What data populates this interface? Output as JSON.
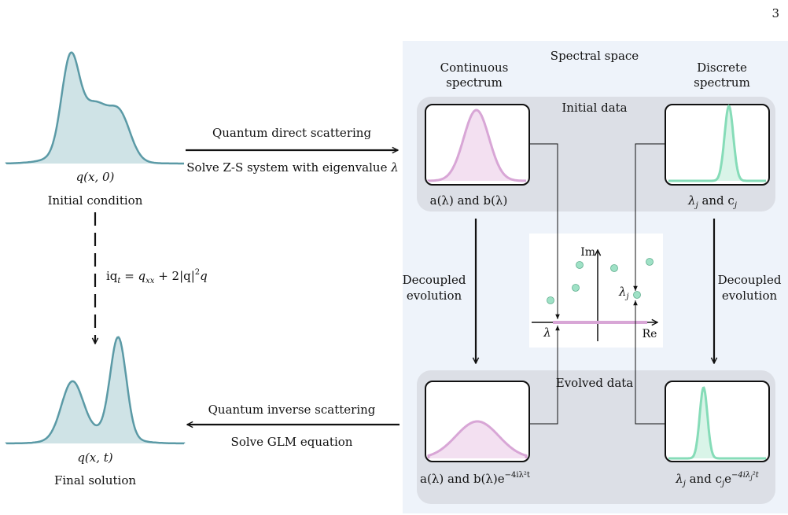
{
  "page_number": "3",
  "left": {
    "initial_profile_label": "q(x, 0)",
    "initial_caption": "Initial condition",
    "equation": "iq",
    "equation_sub": "t",
    "equation_mid": " = q",
    "equation_sub2": "xx",
    "equation_tail": " + 2|q|",
    "equation_sup": "2",
    "equation_end": "q",
    "final_profile_label": "q(x, t)",
    "final_caption": "Final solution"
  },
  "top_arrow": {
    "title": "Quantum direct scattering",
    "subtitle_text": "Solve Z-S system with eigenvalue ",
    "subtitle_symbol": "λ"
  },
  "bottom_arrow": {
    "title": "Quantum inverse scattering",
    "subtitle": "Solve GLM equation"
  },
  "spectral": {
    "title": "Spectral space",
    "continuous_line1": "Continuous",
    "continuous_line2": "spectrum",
    "discrete_line1": "Discrete",
    "discrete_line2": "spectrum",
    "initial_data": "Initial data",
    "evolved_data": "Evolved data",
    "initial_continuous_label": "a(λ) and b(λ)",
    "initial_discrete_label_a": "λ",
    "initial_discrete_label_sub": "j",
    "initial_discrete_label_b": " and c",
    "initial_discrete_label_sub2": "j",
    "evolved_continuous_label": "a(λ) and b(λ)e",
    "evolved_continuous_sup": "−4iλ²t",
    "evolved_discrete_label_a": "λ",
    "evolved_discrete_label_sub": "j",
    "evolved_discrete_label_b": " and c",
    "evolved_discrete_label_sub2": "j",
    "evolved_discrete_label_c": "e",
    "evolved_discrete_sup": "−4iλ",
    "evolved_discrete_sup_sub": "j",
    "evolved_discrete_sup_end": "²t",
    "decoupled_left_1": "Decoupled",
    "decoupled_left_2": "evolution",
    "decoupled_right_1": "Decoupled",
    "decoupled_right_2": "evolution"
  },
  "complex_plane": {
    "im_label": "Im",
    "re_label": "Re",
    "lambda_label": "λ",
    "lambda_j": "λ",
    "lambda_j_sub": "j"
  },
  "colors": {
    "teal_stroke": "#5b9aa6",
    "teal_fill": "#cfe3e6",
    "pink_stroke": "#d8a6d6",
    "pink_fill": "#f3e0f1",
    "green_stroke": "#86dcb8",
    "green_fill": "#d9f4e8",
    "panel_bg": "#eef3fa",
    "data_box_bg": "#dcdfe6"
  }
}
